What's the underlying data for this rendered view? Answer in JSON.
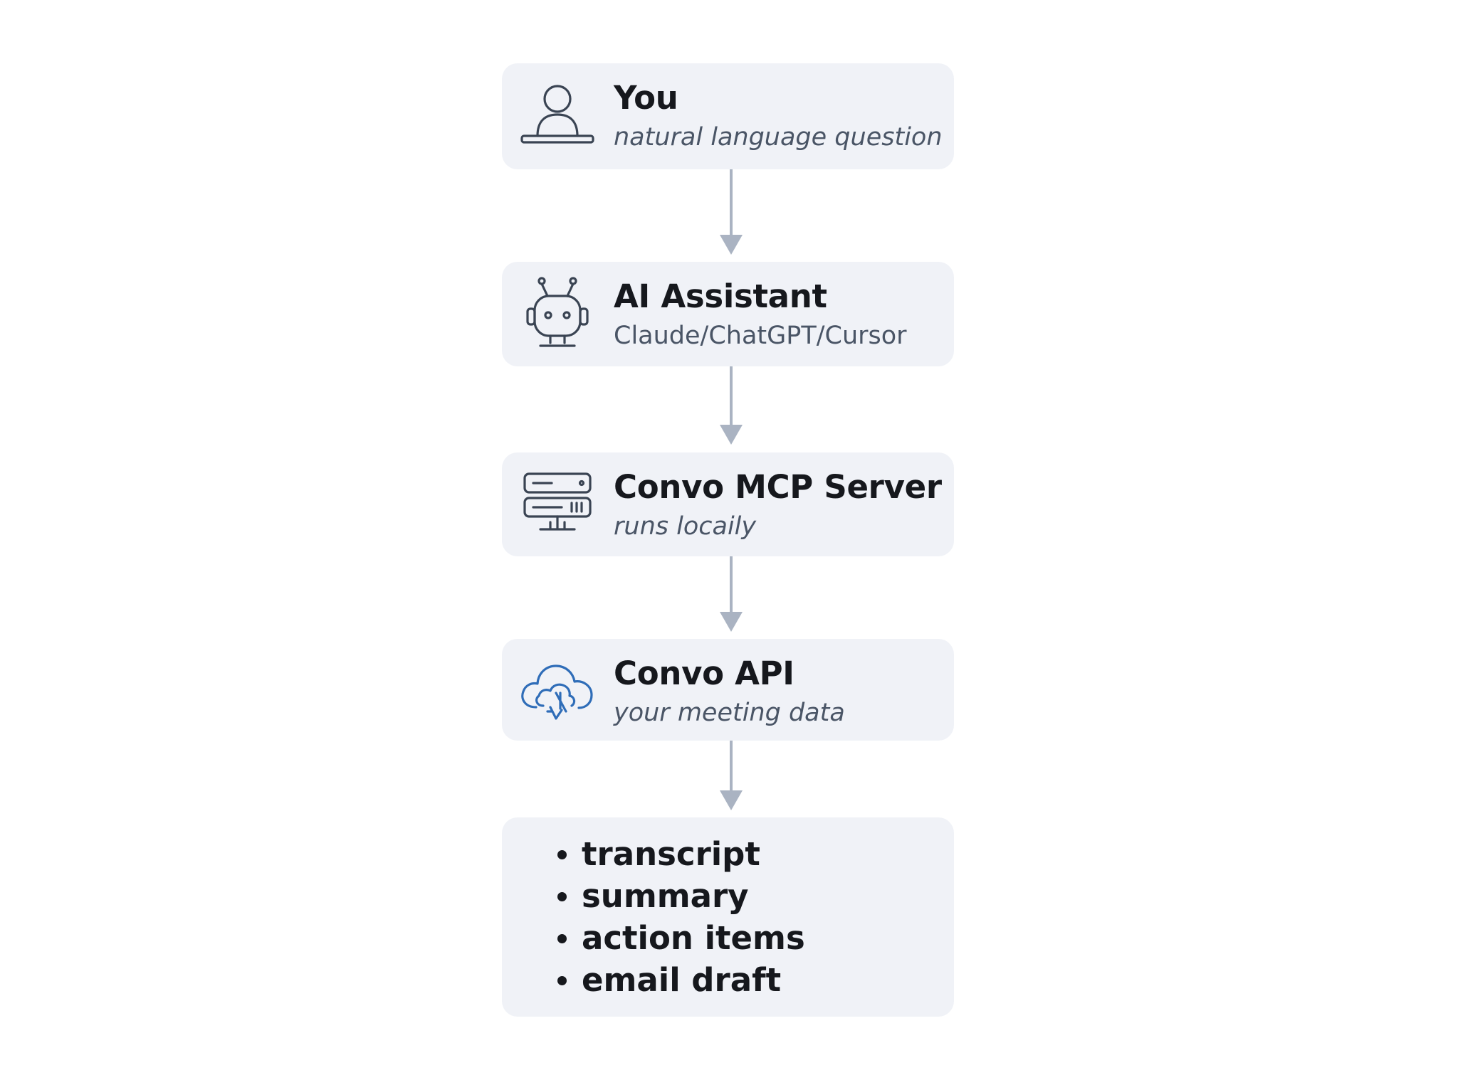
{
  "nodes": [
    {
      "title": "You",
      "subtitle": "natural language question",
      "icon": "user-icon"
    },
    {
      "title": "AI Assistant",
      "subtitle": "Claude/ChatGPT/Cursor",
      "icon": "robot-icon"
    },
    {
      "title": "Convo MCP Server",
      "subtitle": "runs locaily",
      "icon": "server-icon"
    },
    {
      "title": "Convo API",
      "subtitle": "your meeting data",
      "icon": "cloud-icon"
    }
  ],
  "outputs": [
    "transcript",
    "summary",
    "action items",
    "email draft"
  ],
  "colors": {
    "node_background": "#f0f2f7",
    "arrow": "#aab3c2",
    "icon_stroke": "#3a4453",
    "cloud_accent": "#2f6db8",
    "title_text": "#16181d",
    "subtitle_text": "#4a5566"
  }
}
